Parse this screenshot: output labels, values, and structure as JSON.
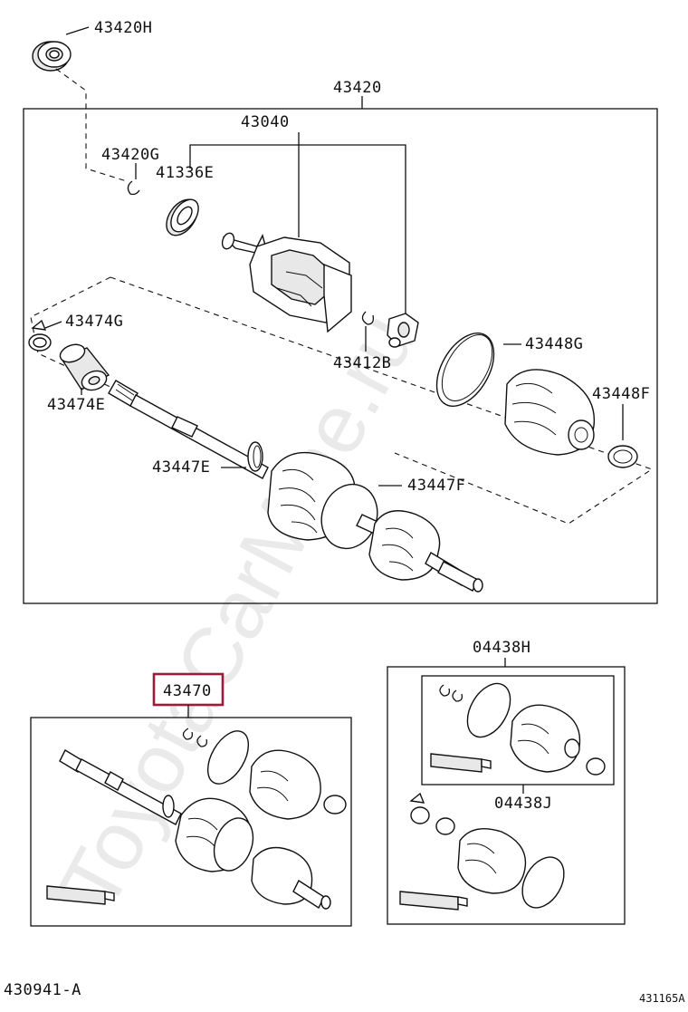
{
  "labels": {
    "p43420H": "43420H",
    "p43420": "43420",
    "p43040": "43040",
    "p43420G": "43420G",
    "p41336E": "41336E",
    "p43474G": "43474G",
    "p43474E": "43474E",
    "p43412B": "43412B",
    "p43448G": "43448G",
    "p43448F": "43448F",
    "p43447E": "43447E",
    "p43447F": "43447F",
    "p04438H": "04438H",
    "p43470": "43470",
    "p04438J": "04438J"
  },
  "footer": {
    "diagram_code": "430941-A",
    "figure_ref": "431165A"
  },
  "watermark": {
    "text": "ToyotaCarMine.ru"
  },
  "colors": {
    "line": "#111111",
    "highlight_frame": "#9a1b3a",
    "watermark": "#d9d9d9"
  }
}
